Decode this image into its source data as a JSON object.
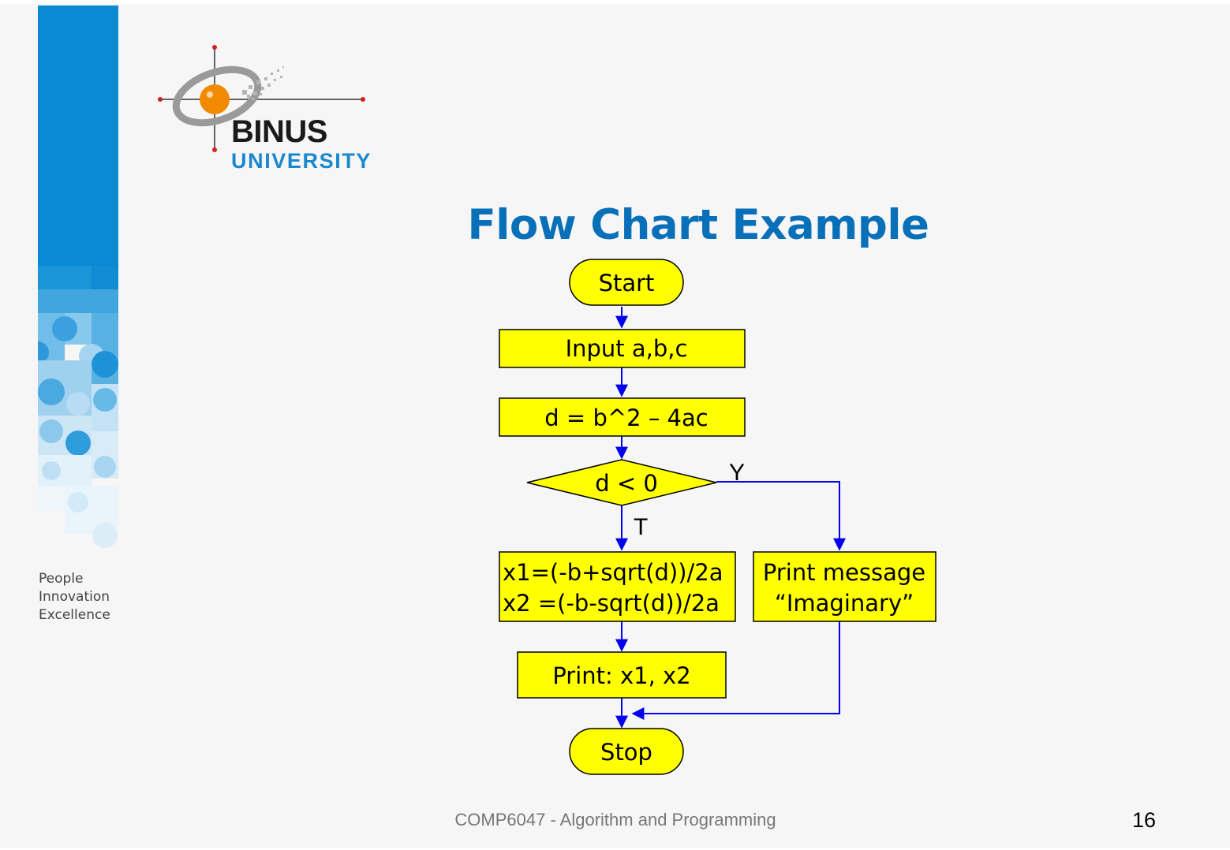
{
  "logo": {
    "title": "BINUS",
    "subtitle": "UNIVERSITY"
  },
  "tagline": [
    "People",
    "Innovation",
    "Excellence"
  ],
  "slide": {
    "title": "Flow Chart Example"
  },
  "flowchart": {
    "nodes": {
      "start": "Start",
      "input": "Input a,b,c",
      "compute_d": "d = b^2 – 4ac",
      "decision": "d < 0",
      "compute_roots_line1": "x1=(-b+sqrt(d))/2a",
      "compute_roots_line2": "x2 =(-b-sqrt(d))/2a",
      "print_message_line1": "Print message",
      "print_message_line2": "“Imaginary”",
      "print_roots": "Print: x1, x2",
      "stop": "Stop"
    },
    "edge_labels": {
      "yes": "Y",
      "no": "T"
    },
    "colors": {
      "node_fill": "#ffff00",
      "node_stroke": "#000000",
      "arrow": "#0000ee"
    }
  },
  "footer": {
    "course": "COMP6047 - Algorithm and Programming",
    "page_number": "16"
  },
  "colors": {
    "brand_blue": "#0a8ad3",
    "title_blue": "#0870b8",
    "logo_orange": "#f18a00",
    "background": "#f6f6f6"
  }
}
